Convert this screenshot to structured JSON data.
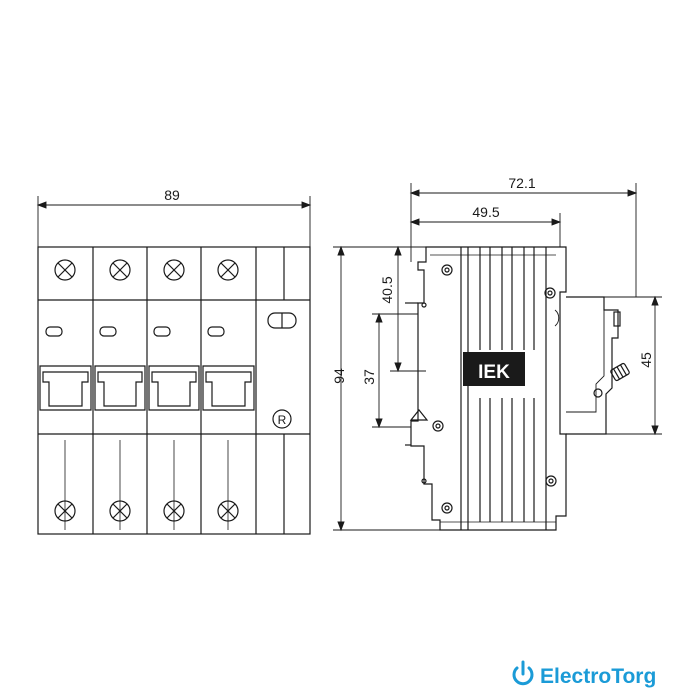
{
  "dimensions": {
    "front_width": "89",
    "side_depth_total": "72.1",
    "side_depth_inner": "49.5",
    "height": "94",
    "rail_upper": "40.5",
    "rail_height": "37",
    "right_height": "45"
  },
  "device": {
    "brand_mark": "IEK",
    "poles": 4,
    "terminals_per_row": 4,
    "reset_mark": "R"
  },
  "footer": {
    "logo_name": "ElectroTorg",
    "icon": "power-icon"
  },
  "colors": {
    "line": "#1a1a1a",
    "accent": "#1b9bd7"
  }
}
